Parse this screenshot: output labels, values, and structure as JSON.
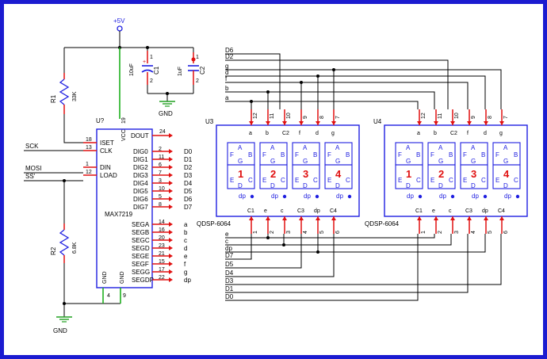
{
  "power": {
    "vcc": "+5V",
    "gnd": "GND"
  },
  "resistors": {
    "r1": {
      "ref": "R1",
      "value": "33K"
    },
    "r2": {
      "ref": "R2",
      "value": "6.8K"
    }
  },
  "capacitors": {
    "c1": {
      "ref": "C1",
      "value": "10uF",
      "pin1": "1",
      "pin2": "2",
      "plus": "+"
    },
    "c2": {
      "ref": "C2",
      "value": "1uF",
      "pin1": "1",
      "pin2": "2"
    }
  },
  "inputs": [
    "SCK",
    "MOSI",
    "SS'"
  ],
  "chip": {
    "ref": "U?",
    "name": "MAX7219",
    "vcc_label": "VCC",
    "vcc_pin": "19",
    "left_pins": [
      {
        "num": "18",
        "name": "ISET"
      },
      {
        "num": "13",
        "name": "CLK"
      },
      {
        "num": "1",
        "name": "DIN"
      },
      {
        "num": "12",
        "name": "LOAD"
      }
    ],
    "dout": {
      "num": "24",
      "name": "DOUT"
    },
    "dig_pins": [
      {
        "num": "2",
        "name": "DIG0",
        "net": "D0"
      },
      {
        "num": "11",
        "name": "DIG1",
        "net": "D1"
      },
      {
        "num": "6",
        "name": "DIG2",
        "net": "D2"
      },
      {
        "num": "7",
        "name": "DIG3",
        "net": "D3"
      },
      {
        "num": "3",
        "name": "DIG4",
        "net": "D4"
      },
      {
        "num": "10",
        "name": "DIG5",
        "net": "D5"
      },
      {
        "num": "5",
        "name": "DIG6",
        "net": "D6"
      },
      {
        "num": "8",
        "name": "DIG7",
        "net": "D7"
      }
    ],
    "seg_pins": [
      {
        "num": "14",
        "name": "SEGA",
        "net": "a"
      },
      {
        "num": "16",
        "name": "SEGB",
        "net": "b"
      },
      {
        "num": "20",
        "name": "SEGC",
        "net": "c"
      },
      {
        "num": "23",
        "name": "SEGD",
        "net": "d"
      },
      {
        "num": "21",
        "name": "SEGE",
        "net": "e"
      },
      {
        "num": "15",
        "name": "SEGF",
        "net": "f"
      },
      {
        "num": "17",
        "name": "SEGG",
        "net": "g"
      },
      {
        "num": "22",
        "name": "SEGDP",
        "net": "dp"
      }
    ],
    "gnd_pins": [
      {
        "name": "GND",
        "num": "4"
      },
      {
        "name": "GND",
        "num": "9"
      }
    ]
  },
  "displays": [
    {
      "ref": "U3",
      "part": "QDSP-6064",
      "top_pins": [
        {
          "num": "12",
          "name": "a"
        },
        {
          "num": "11",
          "name": "b"
        },
        {
          "num": "10",
          "name": "C2"
        },
        {
          "num": "9",
          "name": "f"
        },
        {
          "num": "8",
          "name": "d"
        },
        {
          "num": "7",
          "name": "g"
        }
      ],
      "bottom_pins": [
        {
          "num": "1",
          "name": "C1"
        },
        {
          "num": "2",
          "name": "e"
        },
        {
          "num": "3",
          "name": "c"
        },
        {
          "num": "4",
          "name": "C3"
        },
        {
          "num": "5",
          "name": "dp"
        },
        {
          "num": "6",
          "name": "C4"
        }
      ],
      "digits": [
        "1",
        "2",
        "3",
        "4"
      ],
      "seg_labels": [
        "A",
        "F",
        "B",
        "G",
        "E",
        "C",
        "D",
        "dp"
      ],
      "top_nets": [
        "D6",
        "D2",
        "g",
        "d",
        "f",
        "b",
        "a"
      ]
    },
    {
      "ref": "U4",
      "part": "QDSP-6064",
      "top_pins": [
        {
          "num": "12",
          "name": "a"
        },
        {
          "num": "11",
          "name": "b"
        },
        {
          "num": "10",
          "name": "C2"
        },
        {
          "num": "9",
          "name": "f"
        },
        {
          "num": "8",
          "name": "d"
        },
        {
          "num": "7",
          "name": "g"
        }
      ],
      "bottom_pins": [
        {
          "num": "1",
          "name": "C1"
        },
        {
          "num": "2",
          "name": "e"
        },
        {
          "num": "3",
          "name": "c"
        },
        {
          "num": "4",
          "name": "C3"
        },
        {
          "num": "5",
          "name": "dp"
        },
        {
          "num": "6",
          "name": "C4"
        }
      ],
      "digits": [
        "1",
        "2",
        "3",
        "4"
      ],
      "seg_labels": [
        "A",
        "F",
        "B",
        "G",
        "E",
        "C",
        "D",
        "dp"
      ],
      "bottom_nets": [
        "e",
        "c",
        "dp",
        "D7",
        "D5",
        "D4",
        "D3",
        "D1",
        "D0"
      ]
    }
  ]
}
